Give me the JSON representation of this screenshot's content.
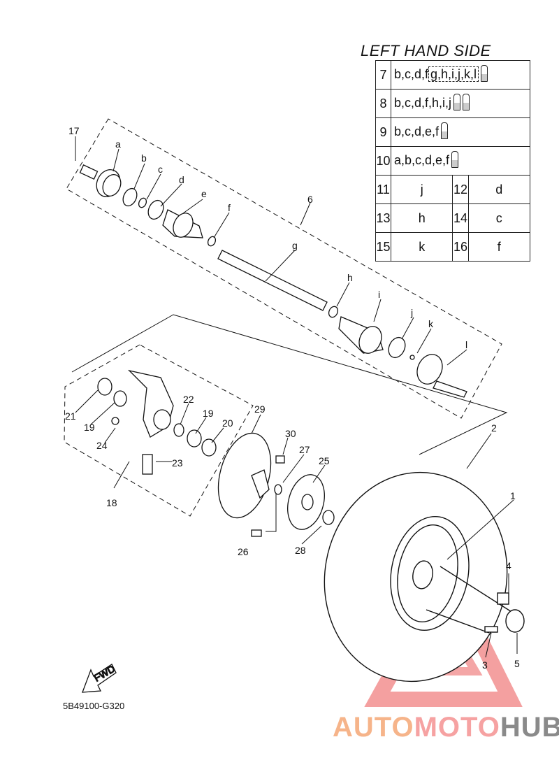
{
  "title": "LEFT HAND SIDE",
  "diagram_code": "5B49100-G320",
  "fwd_label": "FWD",
  "watermark": {
    "part1": "AUTO",
    "part2": "MOTO",
    "part3": "HUB"
  },
  "kit_rows": [
    {
      "num": "7",
      "parts_main": "b,c,d,f",
      "parts_boxed": "g,h,i,j,k,l",
      "tubes": 1
    },
    {
      "num": "8",
      "parts_main": "b,c,d,f,h,i,j",
      "parts_boxed": "",
      "tubes": 2
    },
    {
      "num": "9",
      "parts_main": "b,c,d,e,f",
      "parts_boxed": "",
      "tubes": 1
    },
    {
      "num": "10",
      "parts_main": "a,b,c,d,e,f",
      "parts_boxed": "",
      "tubes": 1
    }
  ],
  "pair_rows": [
    {
      "n1": "11",
      "v1": "j",
      "n2": "12",
      "v2": "d"
    },
    {
      "n1": "13",
      "v1": "h",
      "n2": "14",
      "v2": "c"
    },
    {
      "n1": "15",
      "v1": "k",
      "n2": "16",
      "v2": "f"
    }
  ],
  "labels": {
    "a": "a",
    "b": "b",
    "c": "c",
    "d": "d",
    "e": "e",
    "f": "f",
    "g": "g",
    "h": "h",
    "i": "i",
    "j": "j",
    "k": "k",
    "l": "l",
    "n1": "1",
    "n2": "2",
    "n3": "3",
    "n4": "4",
    "n5": "5",
    "n6": "6",
    "n17": "17",
    "n18": "18",
    "n19a": "19",
    "n19b": "19",
    "n20": "20",
    "n21": "21",
    "n22": "22",
    "n23": "23",
    "n24": "24",
    "n25": "25",
    "n26": "26",
    "n27": "27",
    "n28": "28",
    "n29": "29",
    "n30": "30"
  },
  "colors": {
    "line": "#111111",
    "watermark_triangle": "#f08080"
  }
}
